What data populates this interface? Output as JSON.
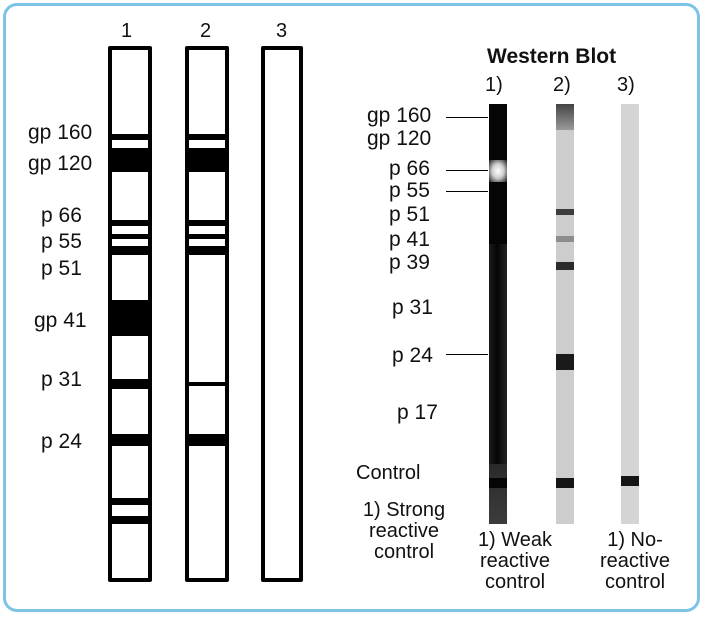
{
  "panel_a": {
    "lanes": [
      "1",
      "2",
      "3"
    ],
    "band_labels": [
      "gp 160",
      "gp 120",
      "p 66",
      "p 55",
      "p 51",
      "gp 41",
      "p 31",
      "p 24"
    ]
  },
  "panel_b": {
    "title": "Western Blot",
    "lanes": [
      "1)",
      "2)",
      "3)"
    ],
    "band_labels": [
      "gp 160",
      "gp 120",
      "p 66",
      "p 55",
      "p 51",
      "p 41",
      "p 39",
      "p 31",
      "p 24",
      "p 17"
    ],
    "control_label": "Control",
    "captions": [
      "1) Strong\nreactive\ncontrol",
      "1) Weak\nreactive\ncontrol",
      "1) No-\nreactive\ncontrol"
    ]
  },
  "colors": {
    "frame": "#7cc3e6",
    "band": "#000000"
  }
}
